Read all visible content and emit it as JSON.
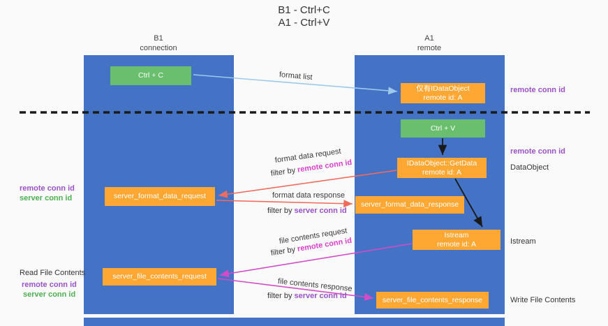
{
  "title": {
    "line1": "B1 - Ctrl+C",
    "line2": "A1 - Ctrl+V"
  },
  "lanes": {
    "left": {
      "name": "B1",
      "subtitle": "connection"
    },
    "right": {
      "name": "A1",
      "subtitle": "remote"
    }
  },
  "boxes": {
    "ctrl_c": "Ctrl + C",
    "ctrl_v": "Ctrl + V",
    "idataobject": {
      "line1": "仅有IDataObject",
      "line2": "remote id: A"
    },
    "getdata": {
      "line1": "IDataObject::GetData",
      "line2": "remote id: A"
    },
    "istream": {
      "line1": "Istream",
      "line2": "remote id: A"
    },
    "format_request": "server_format_data_request",
    "format_response": "server_format_data_response",
    "file_request": "server_file_contents_request",
    "file_response": "server_file_contents_response"
  },
  "arrow_labels": {
    "format_list": "format list",
    "format_data_request": "format data request",
    "format_data_response": "format data response",
    "file_contents_request": "file contents request",
    "file_contents_response": "file contents response",
    "filter_by_1": "filter by",
    "filter_by_2": "filter by",
    "filter_by_3": "filter by",
    "filter_by_4": "filter by",
    "remote_conn_id_f1": "remote conn id",
    "remote_conn_id_f2": "remote conn id",
    "server_conn_id_f1": "server conn id",
    "server_conn_id_f2": "server conn id"
  },
  "side_labels": {
    "left": {
      "remote_conn_id_1": "remote conn id",
      "server_conn_id_1": "server conn id",
      "read_file_contents": "Read File Contents",
      "remote_conn_id_2": "remote conn id",
      "server_conn_id_2": "server conn id"
    },
    "right": {
      "remote_conn_id_top": "remote conn id",
      "remote_conn_id_mid": "remote conn id",
      "dataobject": "DataObject",
      "istream": "Istream",
      "write_file_contents": "Write File Contents"
    }
  },
  "colors": {
    "lane_blue": "#4472C4",
    "box_green": "#6ABF6E",
    "box_orange": "#FFA733",
    "arrow_light_blue": "#9DC9EC",
    "arrow_red": "#F16C5C",
    "arrow_magenta": "#D44BC8",
    "arrow_black": "#1a1a1a",
    "text_pink": "#DA3FC9",
    "text_violet": "#9B51C8",
    "text_green": "#4CAF50"
  }
}
